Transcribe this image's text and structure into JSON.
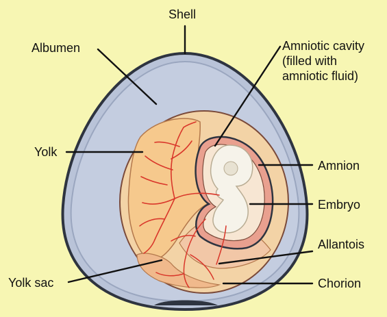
{
  "labels": {
    "shell": "Shell",
    "albumen": "Albumen",
    "amniotic_cavity": [
      "Amniotic cavity",
      "(filled with",
      "amniotic fluid)"
    ],
    "yolk": "Yolk",
    "amnion": "Amnion",
    "embryo": "Embryo",
    "allantois": "Allantois",
    "yolk_sac": "Yolk sac",
    "chorion": "Chorion"
  },
  "colors": {
    "background": "#f7f6b3",
    "shell_outline": "#2e3440",
    "albumen": "#b9c3d8",
    "yolk": "#f6c98d",
    "blood_vessels": "#d9362a",
    "amnion": "#e9a08f",
    "embryo": "#f3efe6",
    "leader_line": "#111111"
  }
}
